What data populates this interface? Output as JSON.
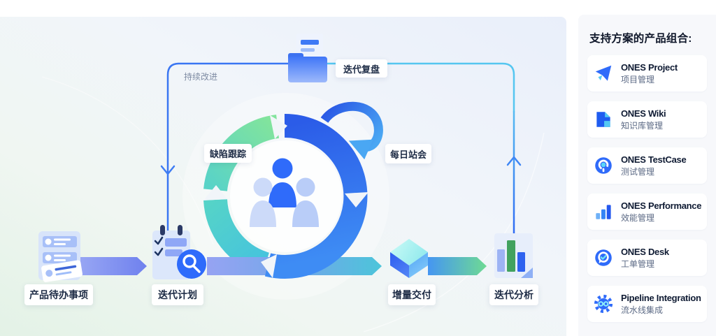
{
  "sidebar": {
    "title": "支持方案的产品组合:",
    "products": [
      {
        "name": "ONES Project",
        "subtitle": "项目管理",
        "icon": "paper-plane-icon"
      },
      {
        "name": "ONES Wiki",
        "subtitle": "知识库管理",
        "icon": "document-icon"
      },
      {
        "name": "ONES TestCase",
        "subtitle": "测试管理",
        "icon": "power-target-icon"
      },
      {
        "name": "ONES Performance",
        "subtitle": "效能管理",
        "icon": "bar-chart-icon"
      },
      {
        "name": "ONES Desk",
        "subtitle": "工单管理",
        "icon": "chat-check-icon"
      },
      {
        "name": "Pipeline Integration",
        "subtitle": "流水线集成",
        "icon": "gear-infinity-icon"
      }
    ]
  },
  "diagram": {
    "annotation_continuous_improvement": "持续改进",
    "labels": {
      "iteration_review": "迭代复盘",
      "defect_tracking": "缺陷跟踪",
      "daily_standup": "每日站会",
      "product_backlog": "产品待办事项",
      "iteration_planning": "迭代计划",
      "incremental_delivery": "增量交付",
      "iteration_analysis": "迭代分析"
    }
  },
  "colors": {
    "accent_blue": "#2f6bfa",
    "loop_blue": "#3a76f2",
    "loop_cyan": "#55c6f0",
    "ring_green": "#82e49c",
    "ring_teal": "#4fd0cd",
    "band_purple": "#8e9cf3",
    "band_green": "#66d78e",
    "panel_green_tint": "#e3f2e6",
    "panel_blue_tint": "#e9effa",
    "sidebar_bg": "#f7f8fb",
    "label_text": "#1d2b45"
  }
}
